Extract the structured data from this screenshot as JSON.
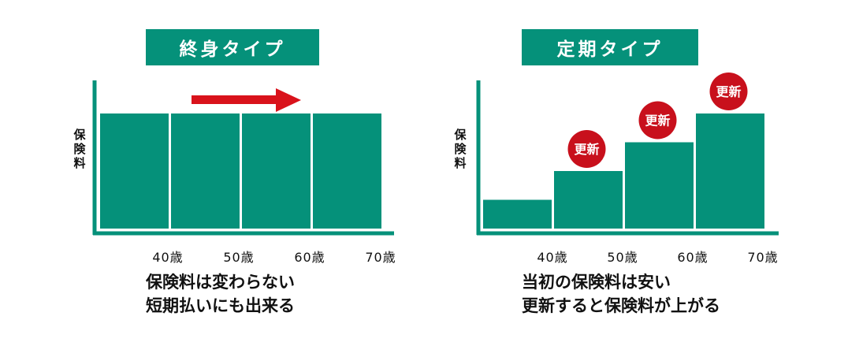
{
  "chart_data": [
    {
      "type": "bar",
      "title": "終身タイプ",
      "ylabel": "保険料",
      "xticks": [
        "40歳",
        "50歳",
        "60歳",
        "70歳"
      ],
      "values": [
        1,
        1,
        1,
        1
      ],
      "ylim": [
        0,
        1.0
      ],
      "grid": false,
      "annotation": "arrow-right",
      "caption": [
        "保険料は変わらない",
        "短期払いにも出来る"
      ]
    },
    {
      "type": "bar",
      "title": "定期タイプ",
      "ylabel": "保険料",
      "xticks": [
        "40歳",
        "50歳",
        "60歳",
        "70歳"
      ],
      "values": [
        0.25,
        0.5,
        0.75,
        1
      ],
      "ylim": [
        0,
        1.0
      ],
      "grid": false,
      "badges": [
        "更新",
        "更新",
        "更新"
      ],
      "caption": [
        "当初の保険料は安い",
        "更新すると保険料が上がる"
      ]
    }
  ],
  "colors": {
    "bar": "#05917a",
    "axis": "#05917a",
    "title_bg": "#05917a",
    "arrow": "#d9121b",
    "badge": "#c8101c"
  }
}
